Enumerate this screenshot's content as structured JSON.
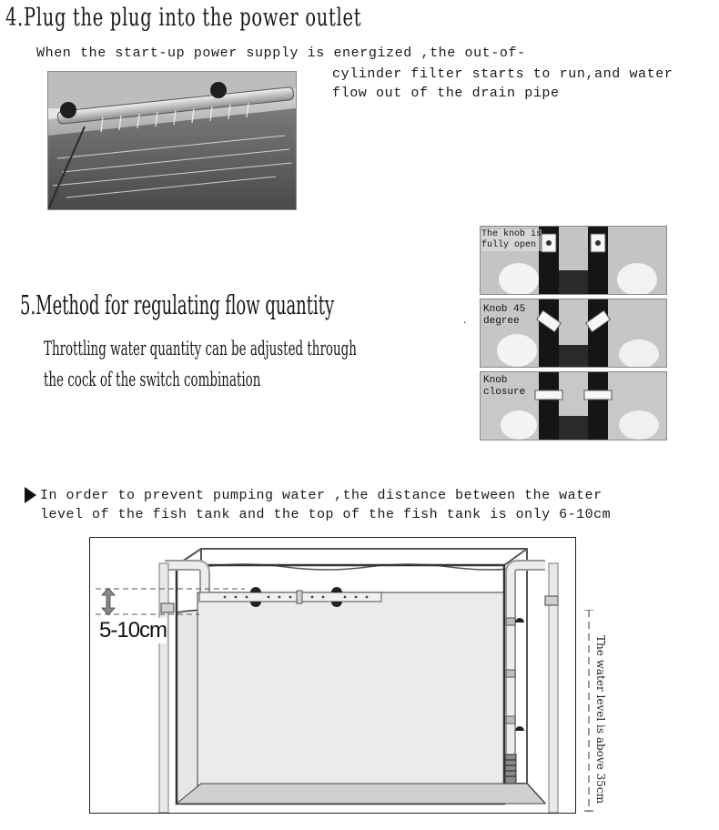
{
  "step4": {
    "title": "4.Plug the plug into the power outlet",
    "desc_line1": "When the start-up power supply is energized ,the out-of-",
    "desc_line2": "cylinder filter starts to run,and water",
    "desc_line3": "flow out of the drain pipe"
  },
  "step5": {
    "title": "5.Method for regulating flow quantity",
    "desc_line1": "Throttling water quantity can be adjusted through",
    "desc_line2": "the cock of the switch combination",
    "dot": "."
  },
  "knobs": [
    {
      "line1": "The knob is",
      "line2": "fully open"
    },
    {
      "line1": "Knob 45",
      "line2": "degree"
    },
    {
      "line1": "Knob",
      "line2": "closure"
    }
  ],
  "note": {
    "line1": "In order to prevent pumping water ,the distance between the water",
    "line2": "level of the fish tank and the top of the fish tank is only 6-10cm"
  },
  "diagram": {
    "gap_label": "5-10cm",
    "side_label": "The water level is above 35cm"
  },
  "icons": {
    "bullet": "triangle-bullet-icon",
    "gap_arrow": "double-arrow-icon"
  }
}
